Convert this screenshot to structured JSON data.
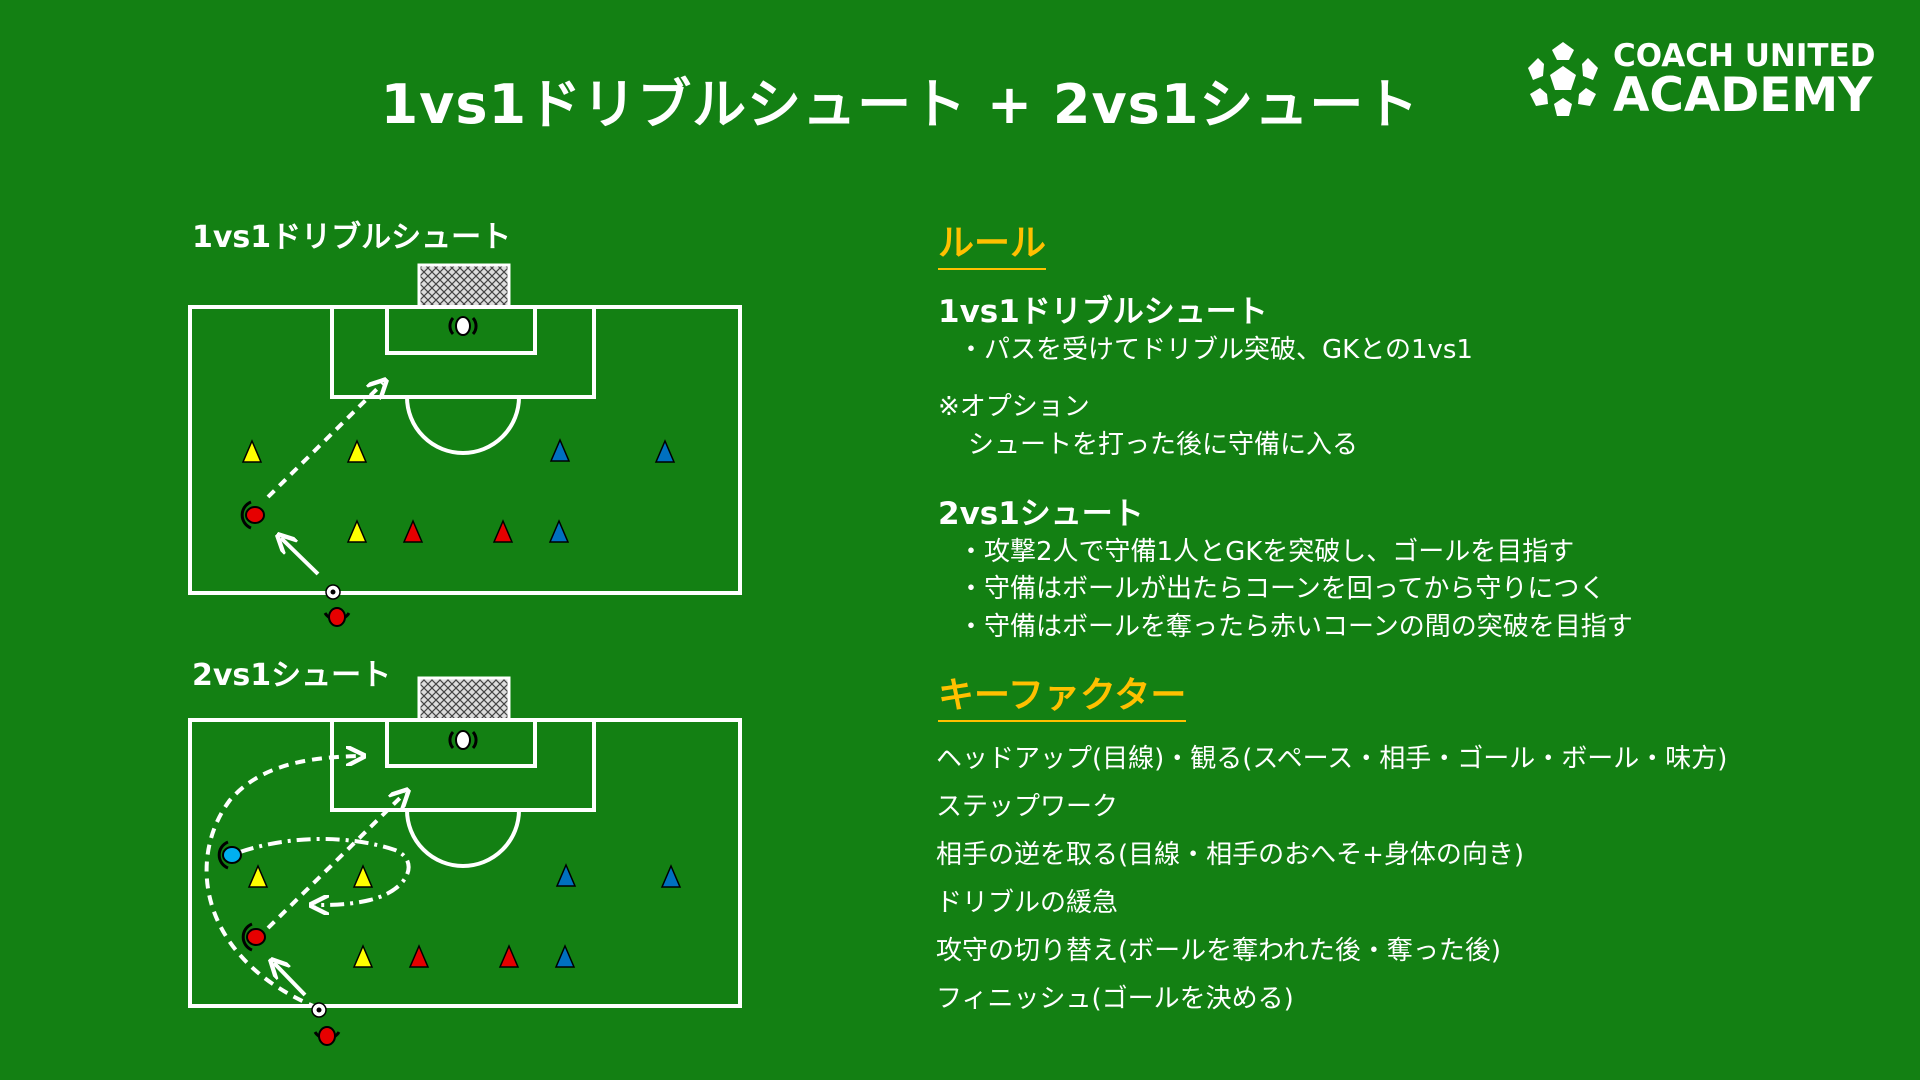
{
  "title": "1vs1ドリブルシュート + 2vs1シュート",
  "logo": {
    "line1": "COACH UNITED",
    "line2": "ACADEMY"
  },
  "diagrams": [
    {
      "label": "1vs1ドリブルシュート"
    },
    {
      "label": "2vs1シュート"
    }
  ],
  "rules": {
    "heading": "ルール",
    "sections": [
      {
        "title": "1vs1ドリブルシュート",
        "items": [
          "・パスを受けてドリブル突破、GKとの1vs1"
        ]
      },
      {
        "option_title": "※オプション",
        "option_text": "シュートを打った後に守備に入る"
      },
      {
        "title": "2vs1シュート",
        "items": [
          "・攻撃2人で守備1人とGKを突破し、ゴールを目指す",
          "・守備はボールが出たらコーンを回ってから守りにつく",
          "・守備はボールを奪ったら赤いコーンの間の突破を目指す"
        ]
      }
    ]
  },
  "key_factors": {
    "heading": "キーファクター",
    "items": [
      "ヘッドアップ(目線)・観る(スペース・相手・ゴール・ボール・味方)",
      "ステップワーク",
      "相手の逆を取る(目線・相手のおへそ+身体の向き)",
      "ドリブルの緩急",
      "攻守の切り替え(ボールを奪われた後・奪った後)",
      "フィニッシュ(ゴールを決める)"
    ]
  },
  "colors": {
    "background": "#138013",
    "heading_accent": "#ffc000",
    "cone_yellow": "#ffff00",
    "cone_red": "#e60000",
    "cone_blue": "#0070c0",
    "player_red": "#e60000",
    "player_blue": "#00b0f0"
  },
  "icons": [
    "soccer-ball-icon",
    "goal-net-icon",
    "cone-icon",
    "player-icon",
    "arrow-icon"
  ]
}
